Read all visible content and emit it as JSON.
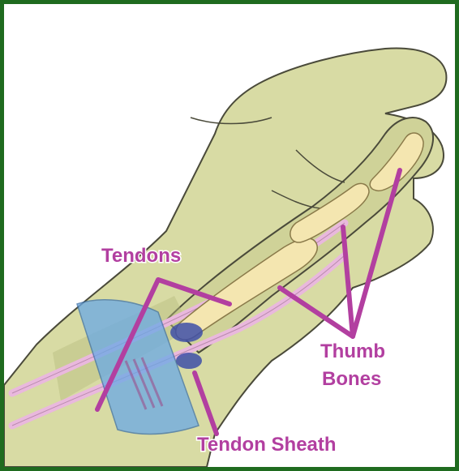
{
  "labels": {
    "tendons": "Tendons",
    "thumb_bones_line1": "Thumb",
    "thumb_bones_line2": "Bones",
    "tendon_sheath": "Tendon Sheath"
  },
  "colors": {
    "border": "#1f6b1f",
    "skin": "#d8dba4",
    "skin_shadow": "#b9bd7f",
    "outline": "#4a4a3a",
    "bone": "#f4e6b0",
    "tendon": "#e9b8dd",
    "sheath": "#6aa9e6",
    "leader": "#b23fa0",
    "label": "#b23fa0"
  }
}
